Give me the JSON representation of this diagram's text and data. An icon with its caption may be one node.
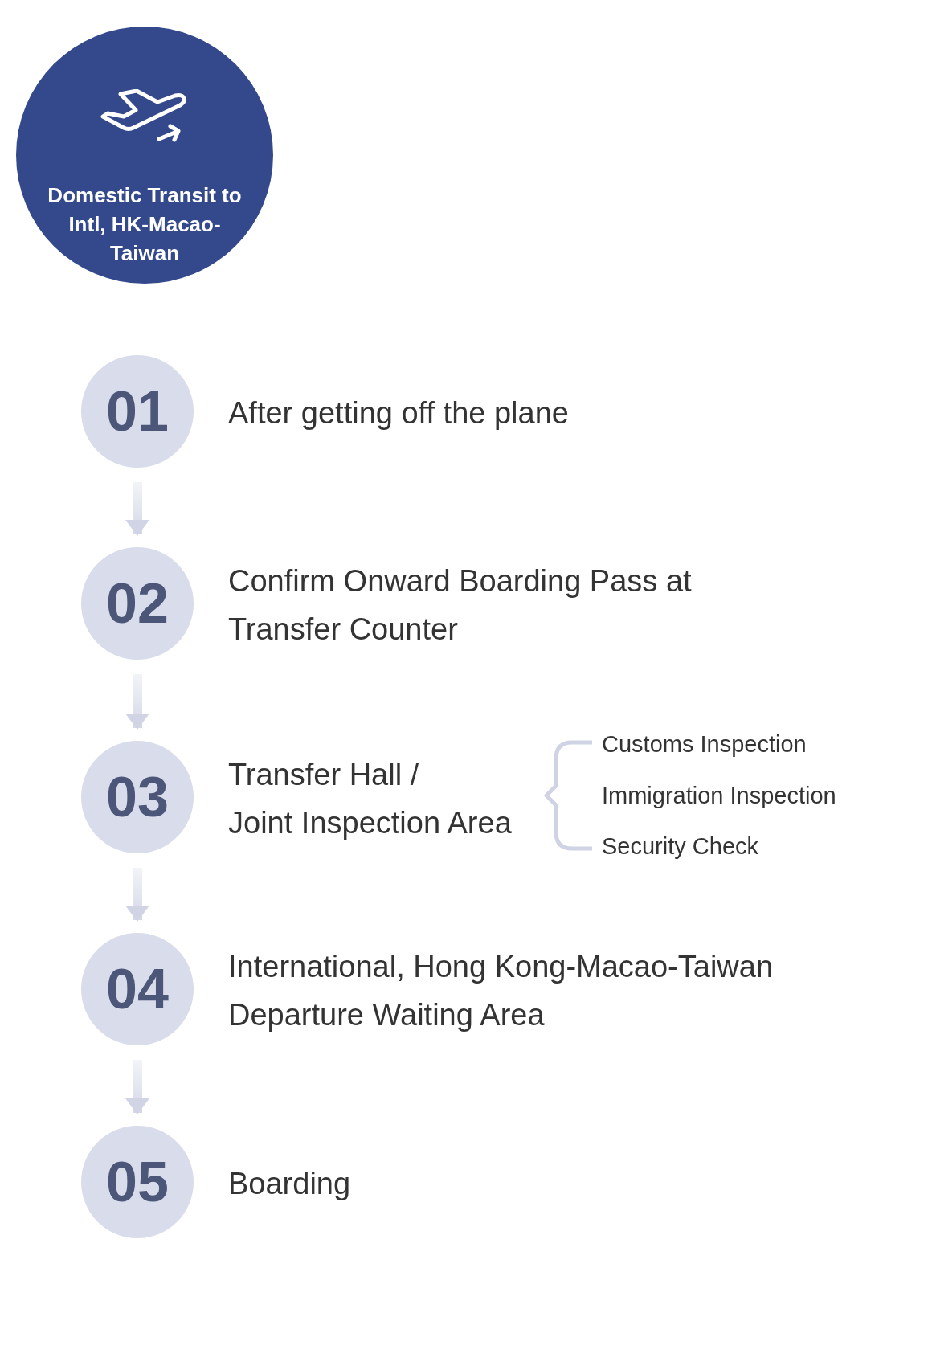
{
  "diagram": {
    "nodes": [
      {
        "text": [
          "Domestic Transit to Intl, HK-Macao-Taiwan"
        ]
      },
      {
        "text": [
          "01"
        ],
        "beside": [
          "After getting off the plane"
        ]
      },
      {
        "text": [
          "02"
        ],
        "beside": [
          "Confirm Onward Boarding Pass at Transfer Counter"
        ]
      },
      {
        "text": [
          "03"
        ],
        "beside": [
          "Transfer Hall / Joint Inspection Area"
        ]
      },
      {
        "text": [
          "04"
        ],
        "beside": [
          "International, Hong Kong-Macao-Taiwan Departure Waiting Area"
        ]
      },
      {
        "text": [
          "05"
        ],
        "beside": [
          "Boarding"
        ]
      }
    ],
    "edges": [
      {
        "from": 1,
        "to": 2,
        "arrow": "to"
      },
      {
        "from": 2,
        "to": 3,
        "arrow": "to"
      },
      {
        "from": 3,
        "to": 4,
        "arrow": "to"
      },
      {
        "from": 4,
        "to": 5,
        "arrow": "to"
      }
    ],
    "labels": [
      "Customs Inspection",
      "Immigration Inspection",
      "Security Check"
    ]
  }
}
